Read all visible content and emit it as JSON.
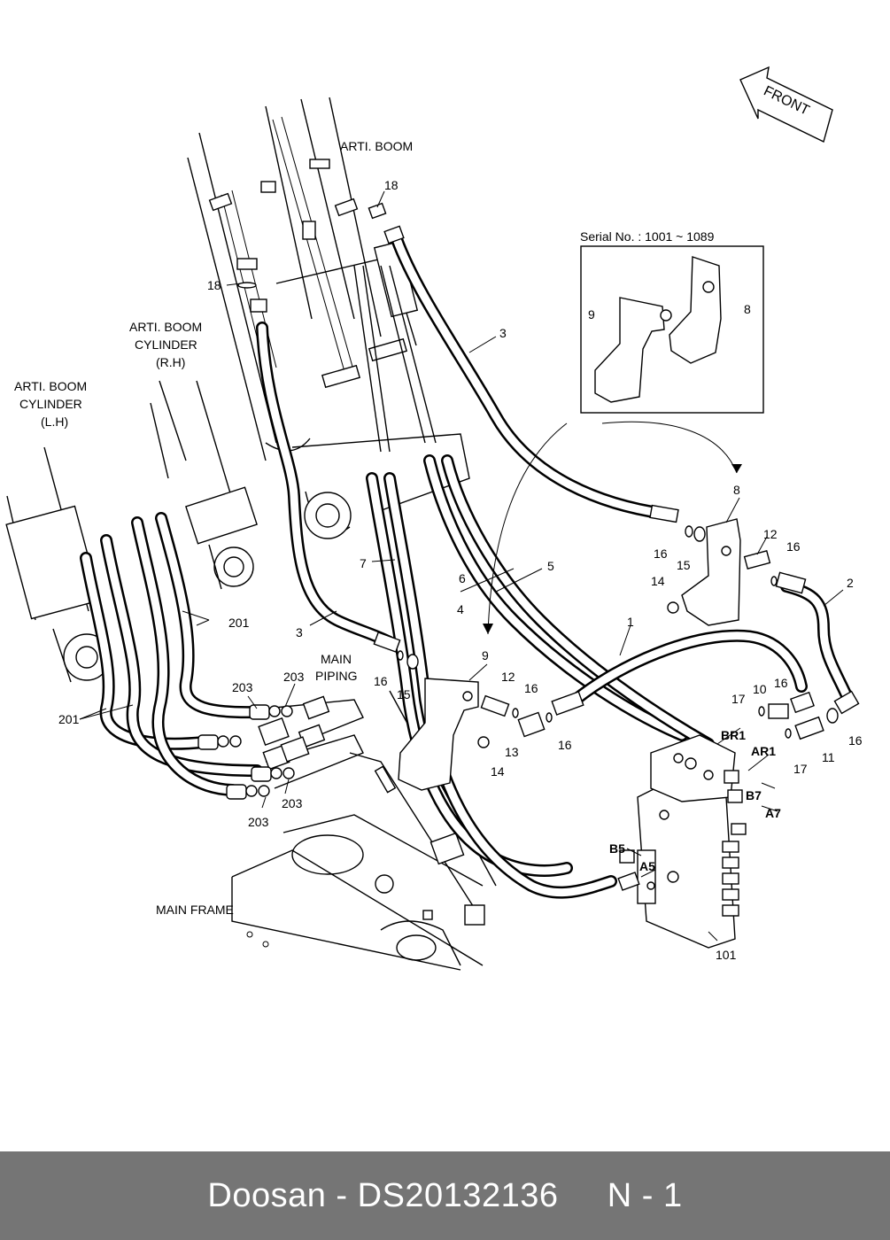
{
  "labels": {
    "front": "FRONT",
    "arti_boom": "ARTI. BOOM",
    "cyl_rh_1": "ARTI. BOOM",
    "cyl_rh_2": "CYLINDER",
    "cyl_rh_3": "(R.H)",
    "cyl_lh_1": "ARTI. BOOM",
    "cyl_lh_2": "CYLINDER",
    "cyl_lh_3": "(L.H)",
    "main_piping_1": "MAIN",
    "main_piping_2": "PIPING",
    "main_frame": "MAIN FRAME",
    "serial": "Serial No. : 1001 ~ 1089"
  },
  "part_numbers": {
    "p1": "1",
    "p2": "2",
    "p3a": "3",
    "p3b": "3",
    "p4": "4",
    "p5": "5",
    "p6": "6",
    "p7": "7",
    "p8a": "8",
    "p8b": "8",
    "p9a": "9",
    "p9b": "9",
    "p10": "10",
    "p11": "11",
    "p12a": "12",
    "p12b": "12",
    "p13": "13",
    "p14a": "14",
    "p14b": "14",
    "p15a": "15",
    "p15b": "15",
    "p16a": "16",
    "p16b": "16",
    "p16c": "16",
    "p16d": "16",
    "p16e": "16",
    "p16f": "16",
    "p16g": "16",
    "p17a": "17",
    "p17b": "17",
    "p18a": "18",
    "p18b": "18",
    "p101": "101",
    "p201a": "201",
    "p201b": "201",
    "p203a": "203",
    "p203b": "203",
    "p203c": "203",
    "p203d": "203"
  },
  "ports": {
    "br1": "BR1",
    "ar1": "AR1",
    "b7": "B7",
    "a7": "A7",
    "b5": "B5",
    "a5": "A5"
  },
  "footer": {
    "text": "Doosan - DS20132136     N - 1"
  }
}
